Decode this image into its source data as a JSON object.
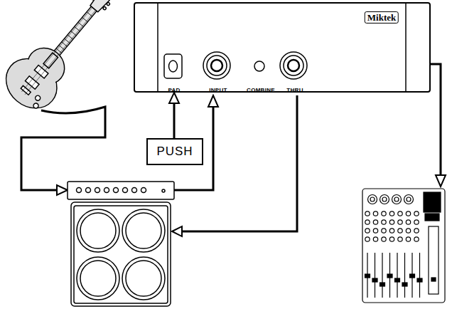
{
  "diagram": {
    "nodes": [
      {
        "text": [
          "Miktek",
          "PAD",
          "INPUT",
          "COMBINE",
          "THRU"
        ]
      },
      {
        "text": [
          "PUSH"
        ]
      }
    ],
    "edges": [
      {
        "from": 1,
        "to": 0,
        "arrow": "to"
      }
    ]
  }
}
